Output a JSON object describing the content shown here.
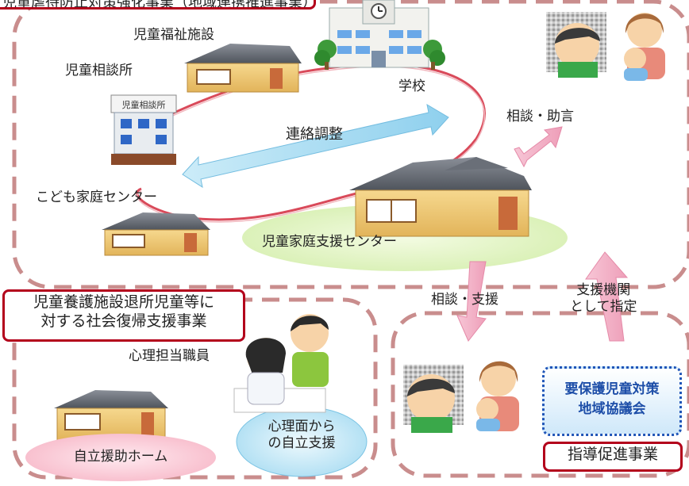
{
  "top_title": "児童虐待防止対策強化事業（地域連携推進事業）",
  "labels": {
    "welfare_facility": "児童福祉施設",
    "consultation_office": "児童相談所",
    "office_sign": "児童相談所",
    "school": "学校",
    "liaison": "連絡調整",
    "family_center": "こども家庭センター",
    "support_center": "児童家庭支援センター",
    "advice": "相談・助言",
    "consult_support": "相談・支援",
    "designation_line1": "支援機関",
    "designation_line2": "として指定",
    "psych_staff": "心理担当職員"
  },
  "return_project": {
    "line1": "児童養護施設退所児童等に",
    "line2": "対する社会復帰支援事業"
  },
  "ellipses": {
    "self_reliance_home": "自立援助ホーム",
    "psych_line1": "心理面から",
    "psych_line2": "の自立支援"
  },
  "council": {
    "line1": "要保護児童対策",
    "line2": "地域協議会"
  },
  "guidance_project": "指導促進事業"
}
